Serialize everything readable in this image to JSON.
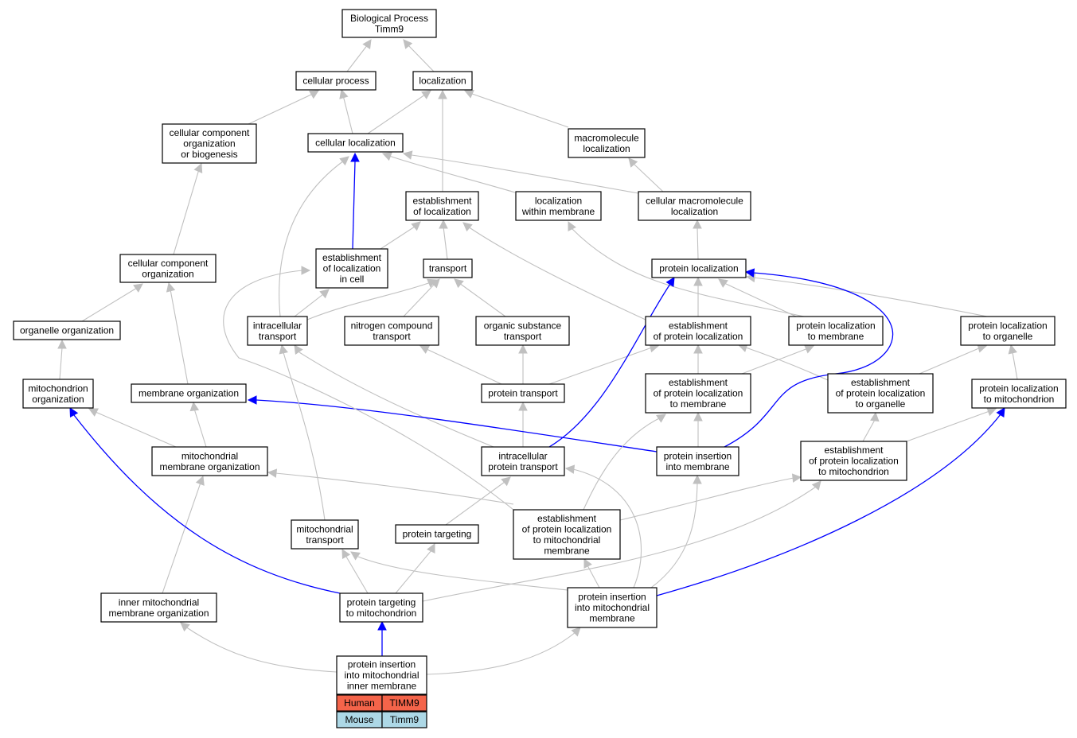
{
  "colors": {
    "edge_gray": "#c0c0c0",
    "edge_blue": "#0000ff",
    "human_fill": "#f4644a",
    "mouse_fill": "#add8e6",
    "node_stroke": "#000000",
    "node_fill": "#ffffff"
  },
  "nodes": {
    "bp": [
      "Biological Process",
      "Timm9"
    ],
    "cellular_process": [
      "cellular process"
    ],
    "localization": [
      "localization"
    ],
    "ccob": [
      "cellular component",
      "organization",
      "or biogenesis"
    ],
    "cellular_localization": [
      "cellular localization"
    ],
    "macromolecule_localization": [
      "macromolecule",
      "localization"
    ],
    "establishment_localization": [
      "establishment",
      "of localization"
    ],
    "localization_within_membrane": [
      "localization",
      "within membrane"
    ],
    "cellular_macromolecule_localization": [
      "cellular macromolecule",
      "localization"
    ],
    "cc_organization": [
      "cellular component",
      "organization"
    ],
    "establishment_localization_cell": [
      "establishment",
      "of localization",
      "in cell"
    ],
    "transport": [
      "transport"
    ],
    "protein_localization": [
      "protein localization"
    ],
    "organelle_organization": [
      "organelle organization"
    ],
    "intracellular_transport": [
      "intracellular",
      "transport"
    ],
    "nitrogen_compound_transport": [
      "nitrogen compound",
      "transport"
    ],
    "organic_substance_transport": [
      "organic substance",
      "transport"
    ],
    "establishment_protein_localization": [
      "establishment",
      "of protein localization"
    ],
    "protein_localization_membrane": [
      "protein localization",
      "to membrane"
    ],
    "protein_localization_organelle": [
      "protein localization",
      "to organelle"
    ],
    "mitochondrion_organization": [
      "mitochondrion",
      "organization"
    ],
    "membrane_organization": [
      "membrane organization"
    ],
    "protein_transport": [
      "protein transport"
    ],
    "epl_membrane": [
      "establishment",
      "of protein localization",
      "to membrane"
    ],
    "epl_organelle": [
      "establishment",
      "of protein localization",
      "to organelle"
    ],
    "protein_localization_mitochondrion": [
      "protein localization",
      "to mitochondrion"
    ],
    "mitochondrial_membrane_organization": [
      "mitochondrial",
      "membrane organization"
    ],
    "intracellular_protein_transport": [
      "intracellular",
      "protein transport"
    ],
    "protein_insertion_membrane": [
      "protein insertion",
      "into membrane"
    ],
    "epl_mitochondrion": [
      "establishment",
      "of protein localization",
      "to mitochondrion"
    ],
    "mitochondrial_transport": [
      "mitochondrial",
      "transport"
    ],
    "protein_targeting": [
      "protein targeting"
    ],
    "epl_mito_membrane": [
      "establishment",
      "of protein localization",
      "to mitochondrial",
      "membrane"
    ],
    "inner_mito_membrane_org": [
      "inner mitochondrial",
      "membrane organization"
    ],
    "protein_targeting_mito": [
      "protein targeting",
      "to mitochondrion"
    ],
    "protein_insertion_mito_membrane": [
      "protein insertion",
      "into mitochondrial",
      "membrane"
    ],
    "protein_insertion_inner": [
      "protein insertion",
      "into mitochondrial",
      "inner membrane"
    ]
  },
  "gene_table": [
    {
      "species": "Human",
      "gene": "TIMM9"
    },
    {
      "species": "Mouse",
      "gene": "Timm9"
    }
  ]
}
